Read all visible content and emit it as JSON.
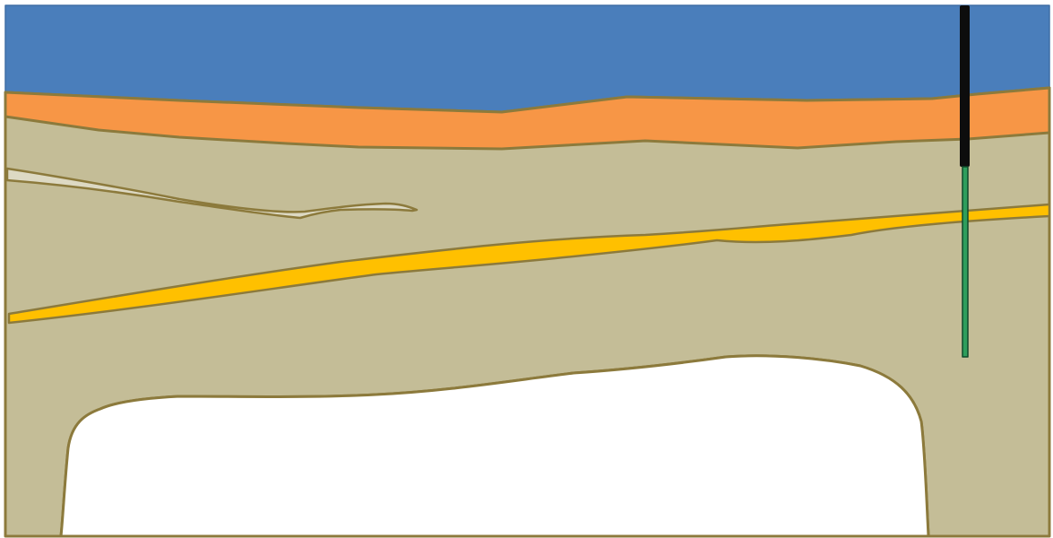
{
  "diagram": {
    "colors": {
      "background": "#ffffff",
      "water": "#4a7ebb",
      "water_edge": "#3f6ea6",
      "upper_layer": "#f79646",
      "upper_layer_edge": "#8c7a3c",
      "host_rock": "#c4bd97",
      "host_rock_edge": "#8c7a3c",
      "pale_lens": "#ddd9c3",
      "thin_layer": "#ffc000",
      "well_casing": "#0d0d0d",
      "well_screen": "#2e9e5c",
      "well_screen_edge": "#0f4a2a"
    },
    "elements": [
      "water-layer",
      "orange-layer",
      "host-rock-body",
      "pale-lens",
      "yellow-seam",
      "open-cavity",
      "well-casing",
      "well-screen"
    ]
  }
}
